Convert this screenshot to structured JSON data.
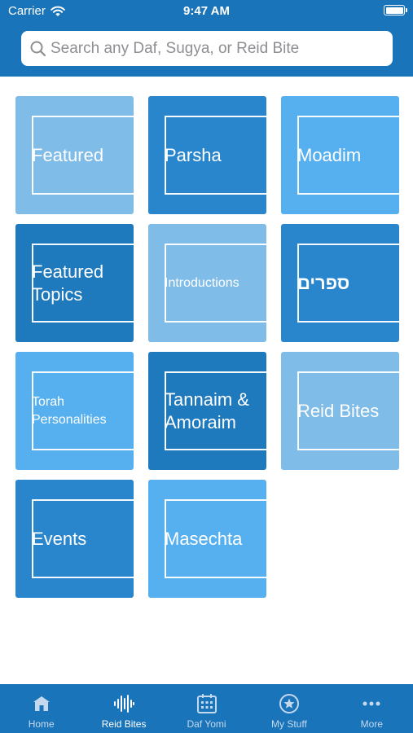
{
  "status_bar": {
    "carrier": "Carrier",
    "time": "9:47 AM"
  },
  "search": {
    "placeholder": "Search any Daf, Sugya, or Reid Bite"
  },
  "colors": {
    "header": "#1a74b9",
    "light": "#7fbce8",
    "medium": "#56b0ef",
    "dark": "#2a86cc"
  },
  "tiles": [
    {
      "label": "Featured",
      "color": "#7fbce8",
      "size": "normal"
    },
    {
      "label": "Parsha",
      "color": "#2a86cc",
      "size": "normal"
    },
    {
      "label": "Moadim",
      "color": "#56b0ef",
      "size": "normal"
    },
    {
      "label": "Featured Topics",
      "color": "#1f79bd",
      "size": "normal"
    },
    {
      "label": "Introductions",
      "color": "#7fbce8",
      "size": "small"
    },
    {
      "label": "ספרים",
      "color": "#2a86cc",
      "size": "rtl"
    },
    {
      "label": "Torah Personalities",
      "color": "#56b0ef",
      "size": "small"
    },
    {
      "label": "Tannaim & Amoraim",
      "color": "#1f79bd",
      "size": "normal"
    },
    {
      "label": "Reid Bites",
      "color": "#7fbce8",
      "size": "normal"
    },
    {
      "label": "Events",
      "color": "#2a86cc",
      "size": "normal"
    },
    {
      "label": "Masechta",
      "color": "#56b0ef",
      "size": "normal"
    }
  ],
  "tabs": [
    {
      "label": "Home",
      "icon": "home-icon",
      "active": false
    },
    {
      "label": "Reid Bites",
      "icon": "waveform-icon",
      "active": true
    },
    {
      "label": "Daf Yomi",
      "icon": "calendar-icon",
      "active": false
    },
    {
      "label": "My Stuff",
      "icon": "star-icon",
      "active": false
    },
    {
      "label": "More",
      "icon": "more-icon",
      "active": false
    }
  ]
}
